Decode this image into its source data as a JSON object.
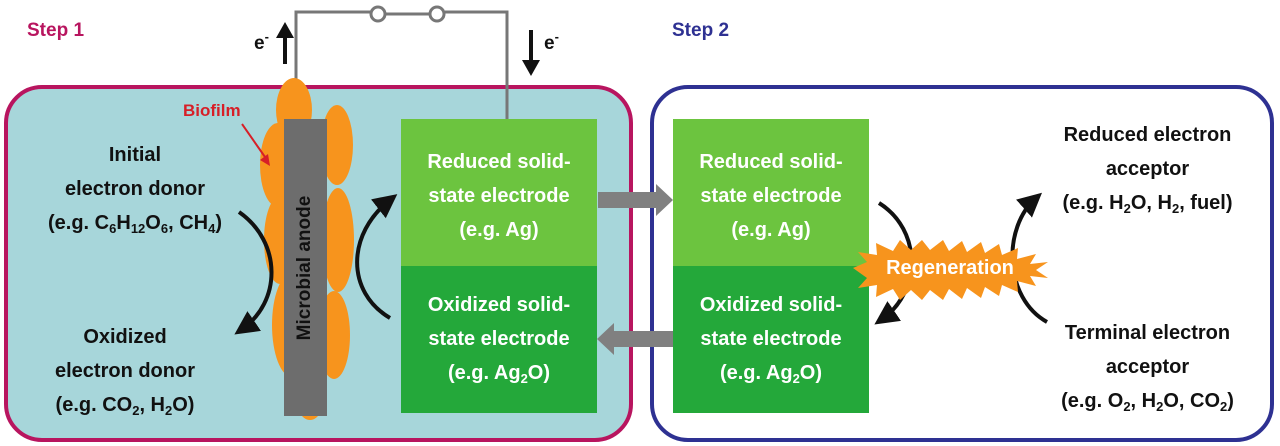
{
  "colors": {
    "step1": "#b8155f",
    "step2": "#2e3192",
    "step1_fill": "#a7d6da",
    "reduced_fill": "#6cc43f",
    "oxidized_fill": "#24a83a",
    "biofilm": "#f7941d",
    "anode": "#6d6d6d",
    "arrow_gray": "#808080",
    "biofilm_label": "#d71f27"
  },
  "step1": {
    "label": "Step 1"
  },
  "step2": {
    "label": "Step 2"
  },
  "circuit": {
    "electron_up": "e",
    "electron_down": "e",
    "electron_charge": "-"
  },
  "biofilm": {
    "label": "Biofilm"
  },
  "anode": {
    "label": "Microbial anode"
  },
  "initial_donor": {
    "line1": "Initial",
    "line2": "electron donor",
    "formula": {
      "prefix": "(e.g. C",
      "s1": "6",
      "m1": "H",
      "s2": "12",
      "m2": "O",
      "s3": "6",
      "m3": ", CH",
      "s4": "4",
      "suffix": ")"
    }
  },
  "oxidized_donor": {
    "line1": "Oxidized",
    "line2": "electron donor",
    "formula": {
      "prefix": "(e.g. CO",
      "s1": "2",
      "m1": ", H",
      "s2": "2",
      "suffix": "O)"
    }
  },
  "electrodes": {
    "left_reduced": {
      "line1": "Reduced solid-",
      "line2": "state electrode",
      "example": "(e.g. Ag)"
    },
    "left_oxidized": {
      "line1": "Oxidized solid-",
      "line2": "state electrode",
      "ex_prefix": "(e.g. Ag",
      "ex_sub": "2",
      "ex_suffix": "O)"
    },
    "right_reduced": {
      "line1": "Reduced solid-",
      "line2": "state electrode",
      "example": "(e.g. Ag)"
    },
    "right_oxidized": {
      "line1": "Oxidized solid-",
      "line2": "state electrode",
      "ex_prefix": "(e.g. Ag",
      "ex_sub": "2",
      "ex_suffix": "O)"
    }
  },
  "regeneration": {
    "label": "Regeneration"
  },
  "reduced_acceptor": {
    "line1": "Reduced electron",
    "line2": "acceptor",
    "formula": {
      "prefix": "(e.g. H",
      "s1": "2",
      "m1": "O, H",
      "s2": "2",
      "suffix": ", fuel)"
    }
  },
  "terminal_acceptor": {
    "line1": "Terminal electron",
    "line2": "acceptor",
    "formula": {
      "prefix": "(e.g. O",
      "s1": "2",
      "m1": ", H",
      "s2": "2",
      "m2": "O, CO",
      "s3": "2",
      "suffix": ")"
    }
  }
}
